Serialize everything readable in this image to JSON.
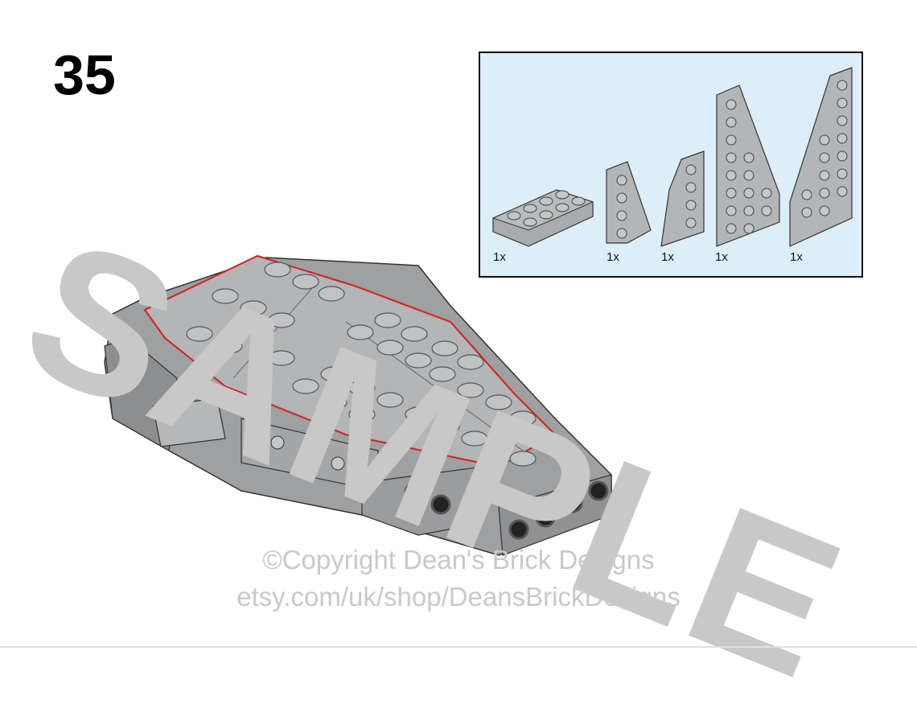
{
  "step": {
    "number": "35"
  },
  "watermark": {
    "text": "SAMPLE"
  },
  "parts_list": {
    "items": [
      {
        "name": "plate-2x4",
        "quantity": "1x"
      },
      {
        "name": "wedge-plate-2x3",
        "quantity": "1x"
      },
      {
        "name": "wedge-plate-2x4",
        "quantity": "1x"
      },
      {
        "name": "wedge-plate-3x6",
        "quantity": "1x"
      },
      {
        "name": "wedge-plate-4x8",
        "quantity": "1x"
      }
    ]
  },
  "footer": {
    "copyright": "©Copyright Dean's Brick Designs",
    "url": "etsy.com/uk/shop/DeansBrickDesigns"
  },
  "colors": {
    "brick": "#a9abad",
    "brick_dark": "#7f8183",
    "highlight_outline": "#d42020",
    "callout_bg": "#dceef8"
  }
}
